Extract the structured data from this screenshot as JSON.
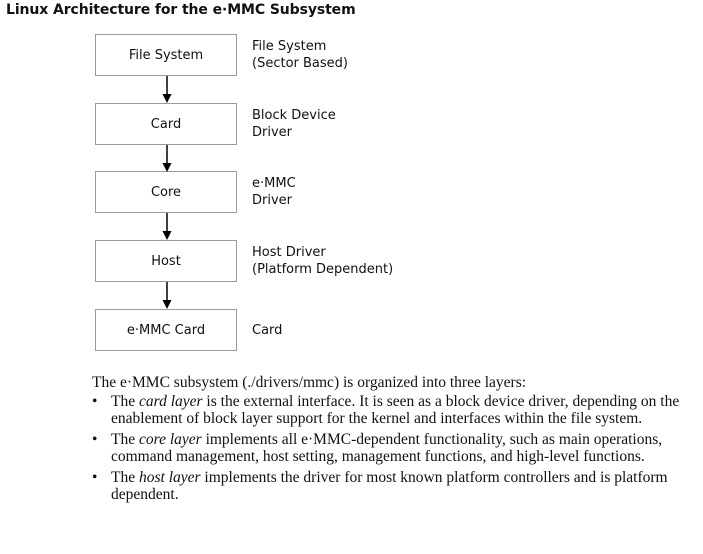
{
  "title": "Linux Architecture for the e·MMC Subsystem",
  "boxes": [
    "File System",
    "Card",
    "Core",
    "Host",
    "e·MMC Card"
  ],
  "labels": [
    {
      "line1": "File System",
      "line2": "(Sector Based)"
    },
    {
      "line1": "Block Device",
      "line2": "Driver"
    },
    {
      "line1": "e·MMC",
      "line2": "Driver"
    },
    {
      "line1": "Host Driver",
      "line2": "(Platform Dependent)"
    },
    {
      "line1": "Card",
      "line2": ""
    }
  ],
  "intro": "The e·MMC subsystem (./drivers/mmc) is organized into three layers:",
  "bullets": [
    {
      "prefix": "The ",
      "term": "card layer",
      "rest": " is the external interface. It is seen as a block device driver, depending on the enablement of block layer support for the kernel and interfaces within the file system."
    },
    {
      "prefix": "The ",
      "term": "core layer",
      "rest": " implements all e·MMC-dependent functionality, such as main operations, command management, host setting, management functions, and high-level functions."
    },
    {
      "prefix": "The ",
      "term": "host layer",
      "rest": " implements the driver for most known platform controllers and is platform dependent."
    }
  ],
  "bullet_symbol": "•"
}
